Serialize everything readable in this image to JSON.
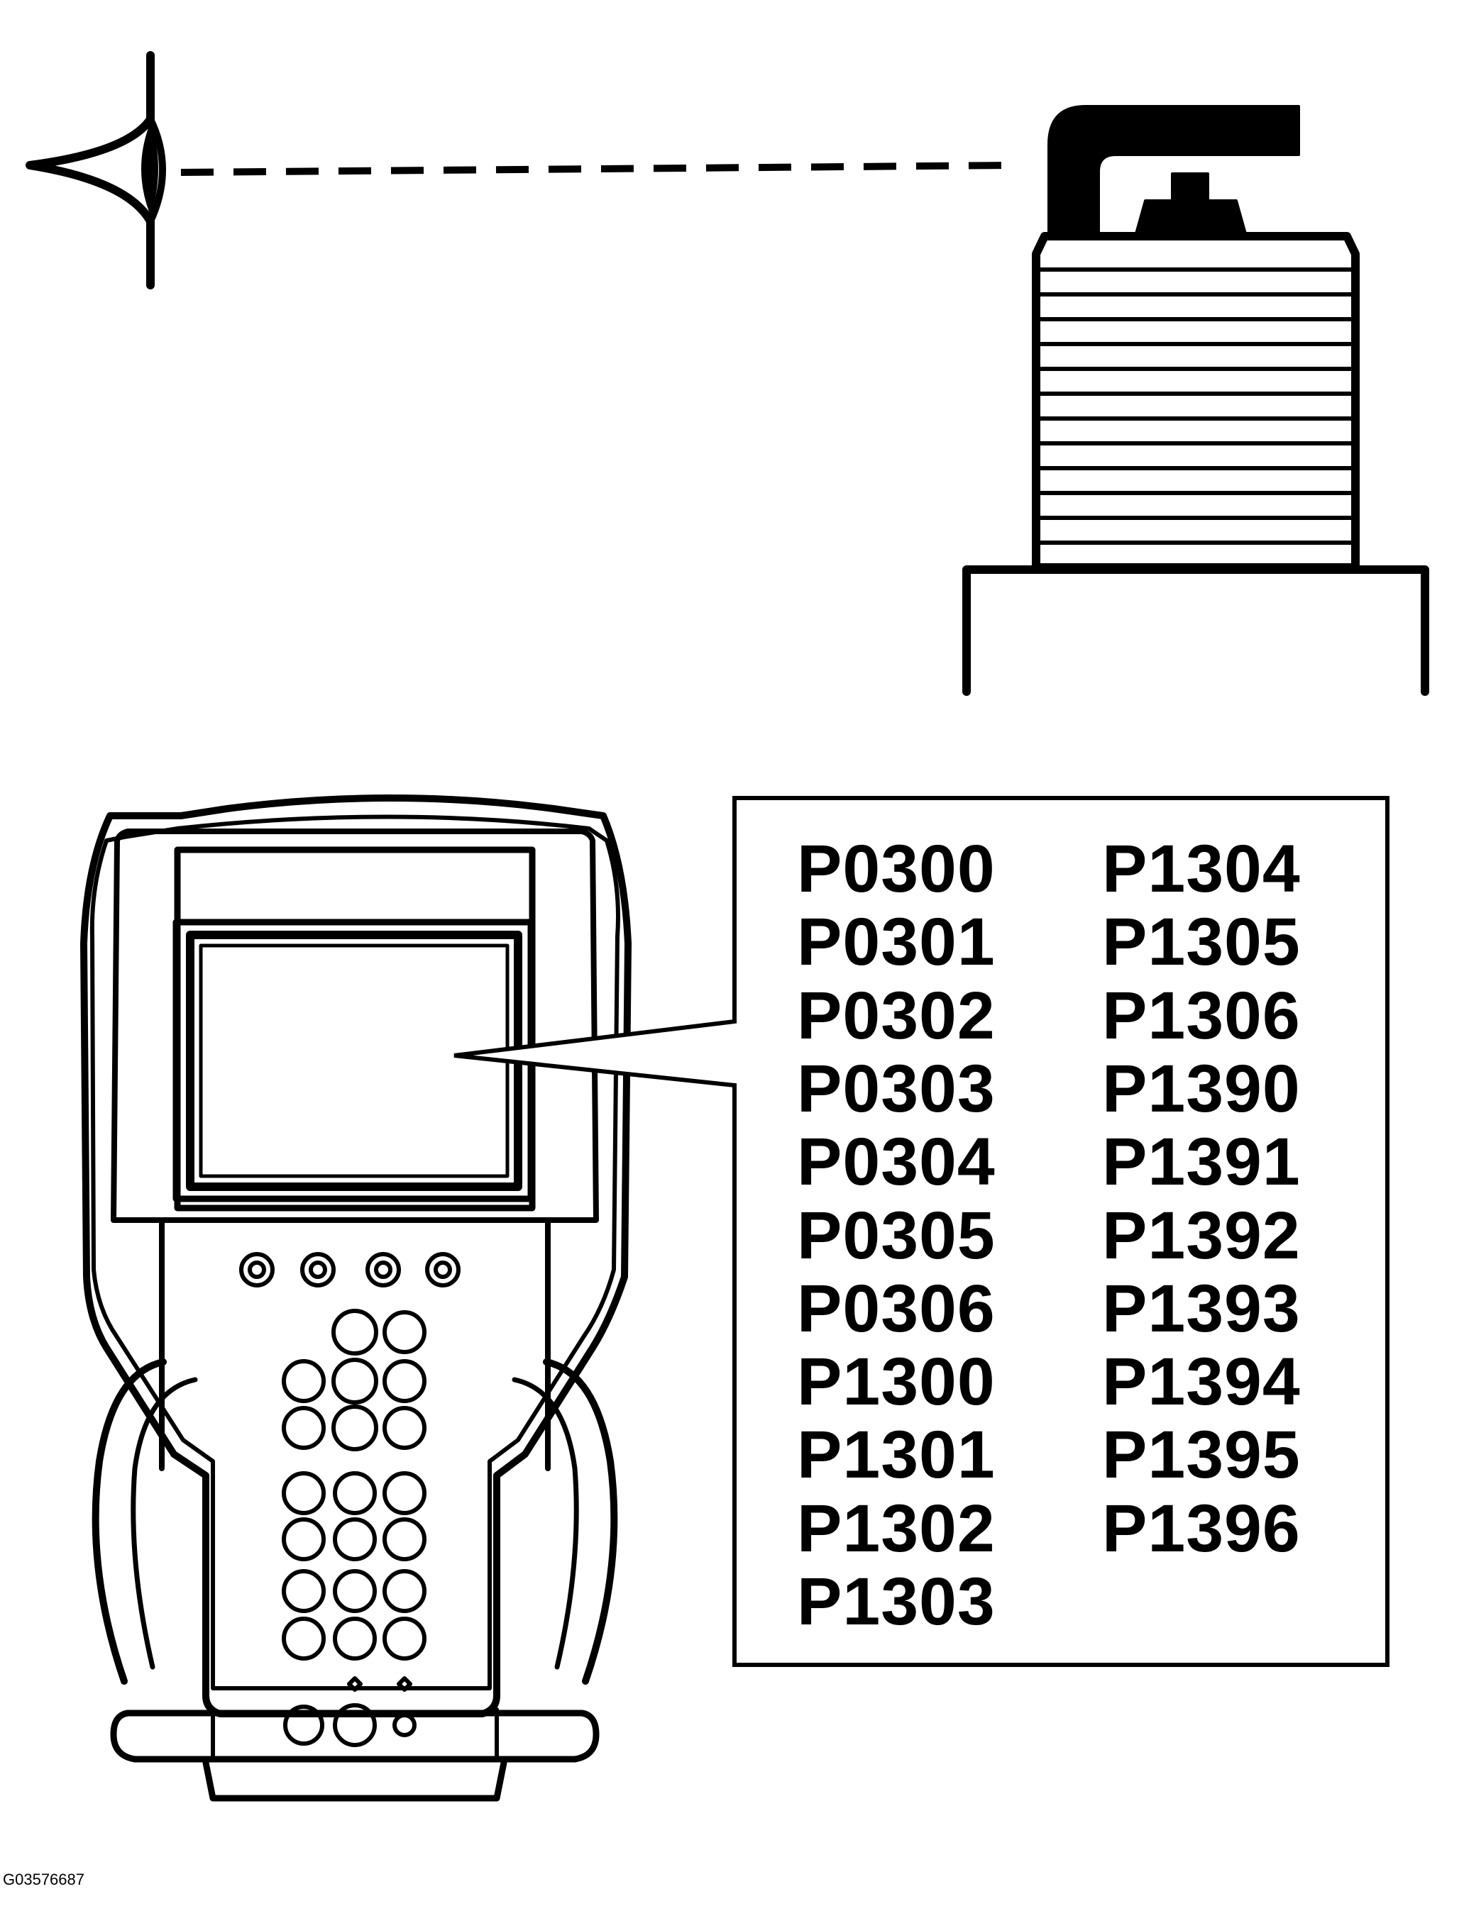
{
  "figure_id": "G03576687",
  "dtc_codes": {
    "column1": [
      "P0300",
      "P0301",
      "P0302",
      "P0303",
      "P0304",
      "P0305",
      "P0306",
      "P1300",
      "P1301",
      "P1302",
      "P1303"
    ],
    "column2": [
      "P1304",
      "P1305",
      "P1306",
      "P1390",
      "P1391",
      "P1392",
      "P1393",
      "P1394",
      "P1395",
      "P1396"
    ]
  },
  "icons": {
    "eye": "eye-icon",
    "spark_plug": "spark-plug-icon",
    "scan_tool": "scan-tool-icon"
  }
}
